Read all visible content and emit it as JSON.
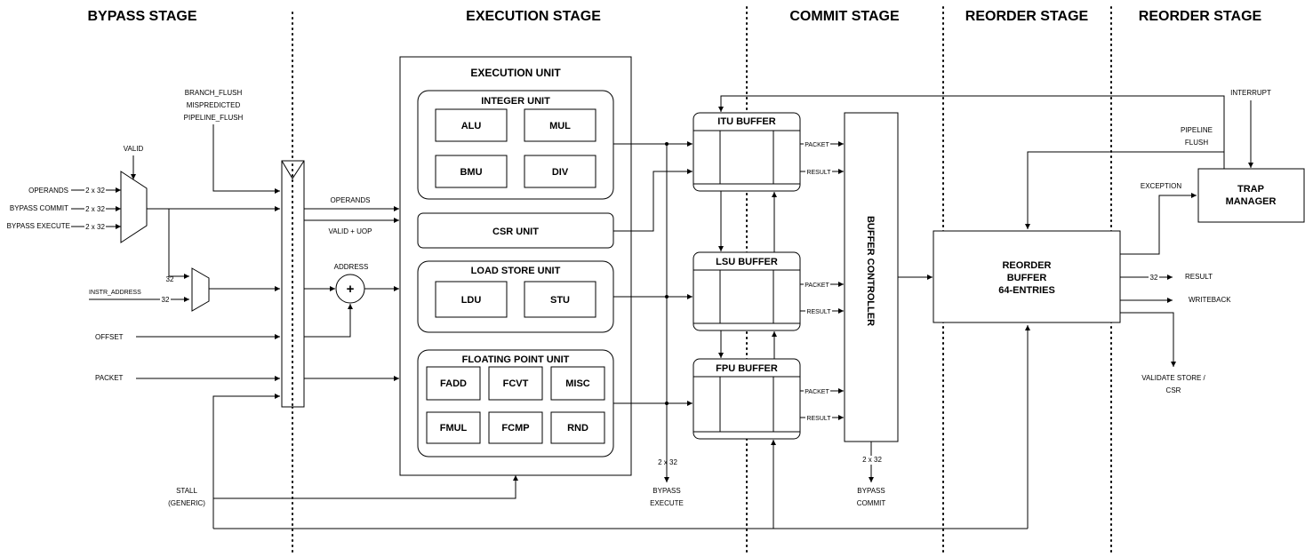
{
  "stages": {
    "bypass": "BYPASS STAGE",
    "execution": "EXECUTION STAGE",
    "commit": "COMMIT STAGE",
    "reorder1": "REORDER STAGE",
    "reorder2": "REORDER STAGE"
  },
  "inputs": {
    "branch_flush": "BRANCH_FLUSH",
    "mispredicted": "MISPREDICTED",
    "pipeline_flush": "PIPELINE_FLUSH",
    "valid": "VALID",
    "operands": "OPERANDS",
    "bypass_commit": "BYPASS COMMIT",
    "bypass_execute": "BYPASS EXECUTE",
    "width_2x32": "2 x 32",
    "width_32": "32",
    "instr_address": "INSTR_ADDRESS",
    "offset": "OFFSET",
    "packet": "PACKET",
    "stall_1": "STALL",
    "stall_2": "(GENERIC)"
  },
  "bus_labels": {
    "operands": "OPERANDS",
    "valid_uop": "VALID + UOP",
    "address": "ADDRESS",
    "adder": "+"
  },
  "execution_unit": {
    "title": "EXECUTION UNIT",
    "integer_unit": {
      "title": "INTEGER UNIT",
      "blocks": [
        "ALU",
        "MUL",
        "BMU",
        "DIV"
      ]
    },
    "csr_unit": "CSR UNIT",
    "load_store_unit": {
      "title": "LOAD STORE UNIT",
      "blocks": [
        "LDU",
        "STU"
      ]
    },
    "fpu": {
      "title": "FLOATING POINT UNIT",
      "blocks": [
        "FADD",
        "FCVT",
        "MISC",
        "FMUL",
        "FCMP",
        "RND"
      ]
    }
  },
  "buffers": {
    "itu": "ITU BUFFER",
    "lsu": "LSU BUFFER",
    "fpu": "FPU BUFFER",
    "packet": "PACKET",
    "result": "RESULT"
  },
  "bypass_execute": {
    "width": "2 x 32",
    "line1": "BYPASS",
    "line2": "EXECUTE"
  },
  "buffer_controller": "BUFFER CONTROLLER",
  "bypass_commit": {
    "width": "2 x 32",
    "line1": "BYPASS",
    "line2": "COMMIT"
  },
  "reorder_buffer": {
    "line1": "REORDER",
    "line2": "BUFFER",
    "line3": "64-ENTRIES"
  },
  "trap_manager": {
    "line1": "TRAP",
    "line2": "MANAGER"
  },
  "rob_signals": {
    "interrupt": "INTERRUPT",
    "pipeline": "PIPELINE",
    "flush": "FLUSH",
    "exception": "EXCEPTION",
    "width_32": "32",
    "result": "RESULT",
    "writeback": "WRITEBACK",
    "validate_1": "VALIDATE STORE /",
    "validate_2": "CSR"
  }
}
